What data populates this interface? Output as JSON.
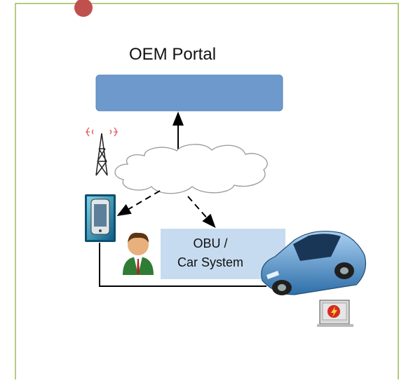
{
  "portal": {
    "title": "OEM Portal"
  },
  "obu": {
    "line1": "OBU /",
    "line2": "Car System"
  },
  "colors": {
    "frame": "#9bbb59",
    "corner_dot": "#c0504d",
    "portal_box": "#6d99cc",
    "obu_box": "#c6dbef",
    "car_body": "#6fa8dc",
    "line": "#000000"
  },
  "icons": [
    "cell-tower-icon",
    "cloud-icon",
    "smartphone-icon",
    "person-icon",
    "car-icon",
    "battery-charger-icon"
  ]
}
